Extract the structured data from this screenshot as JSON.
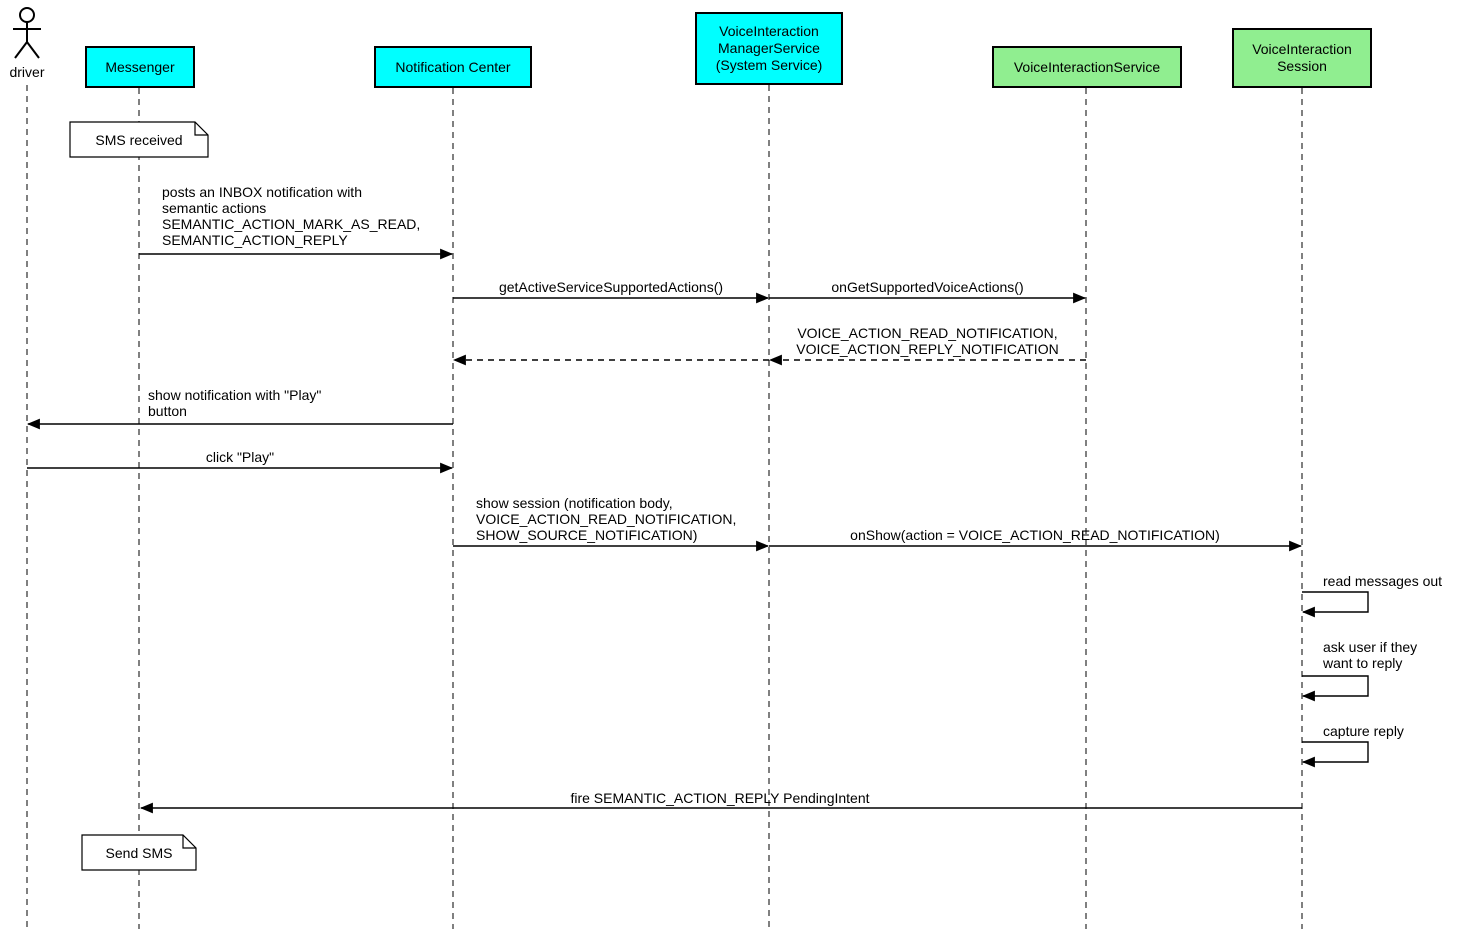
{
  "diagram": {
    "participants": [
      {
        "id": "driver",
        "label": "driver"
      },
      {
        "id": "messenger",
        "label": "Messenger"
      },
      {
        "id": "notification-center",
        "label": "Notification Center"
      },
      {
        "id": "voice-interaction-manager-service",
        "label": "VoiceInteraction\nManagerService\n(System Service)"
      },
      {
        "id": "voice-interaction-service",
        "label": "VoiceInteractionService"
      },
      {
        "id": "voice-interaction-session",
        "label": "VoiceInteraction\nSession"
      }
    ],
    "notes": [
      {
        "label": "SMS received"
      },
      {
        "label": "Send SMS"
      }
    ],
    "messages": [
      {
        "label": "posts an INBOX notification with\nsemantic actions\nSEMANTIC_ACTION_MARK_AS_READ,\nSEMANTIC_ACTION_REPLY"
      },
      {
        "label": "getActiveServiceSupportedActions()"
      },
      {
        "label": "onGetSupportedVoiceActions()"
      },
      {
        "label": "VOICE_ACTION_READ_NOTIFICATION,\nVOICE_ACTION_REPLY_NOTIFICATION"
      },
      {
        "label": "show notification with \"Play\"\nbutton"
      },
      {
        "label": "click \"Play\""
      },
      {
        "label": "show session (notification body,\nVOICE_ACTION_READ_NOTIFICATION,\nSHOW_SOURCE_NOTIFICATION)"
      },
      {
        "label": "onShow(action = VOICE_ACTION_READ_NOTIFICATION)"
      },
      {
        "label": "read messages out"
      },
      {
        "label": "ask user if they\nwant to reply"
      },
      {
        "label": "capture reply"
      },
      {
        "label": "fire SEMANTIC_ACTION_REPLY PendingIntent"
      }
    ],
    "colors": {
      "system_box": "#00FFFF",
      "service_box": "#90EE90",
      "line": "#000000",
      "background": "#FFFFFF"
    }
  }
}
